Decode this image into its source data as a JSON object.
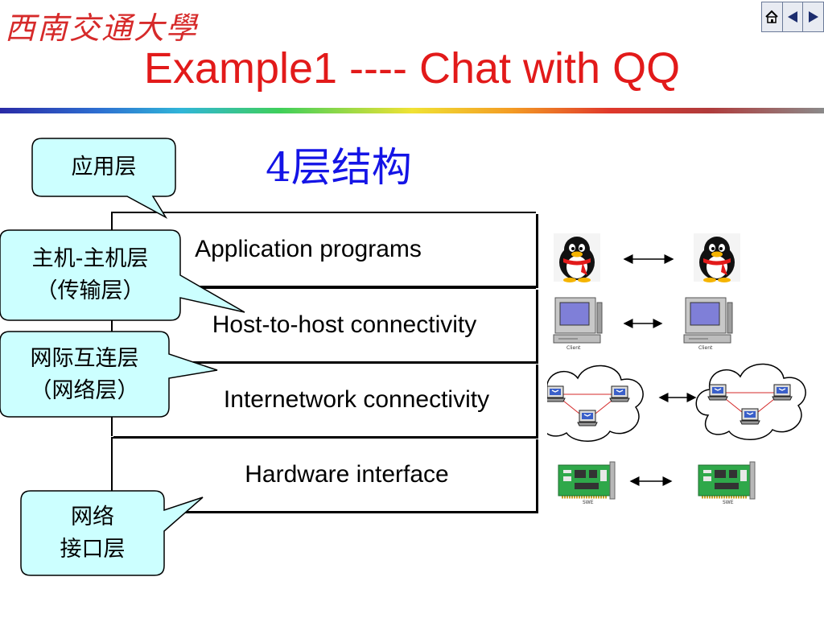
{
  "header": {
    "logo_text": "西南交通大學",
    "title": "Example1 ---- Chat with QQ",
    "nav": {
      "home_icon": "home-icon",
      "prev_icon": "prev-arrow-icon",
      "next_icon": "next-arrow-icon"
    }
  },
  "subtitle": "4层结构",
  "layers": [
    {
      "label": "Application programs"
    },
    {
      "label": "Host-to-host connectivity"
    },
    {
      "label": "Internetwork connectivity"
    },
    {
      "label": "Hardware interface"
    }
  ],
  "callouts": {
    "app": {
      "line1": "应用层"
    },
    "transport": {
      "line1": "主机-主机层",
      "line2": "（传输层）"
    },
    "network": {
      "line1": "网际互连层",
      "line2": "（网络层）"
    },
    "link": {
      "line1": "网络",
      "line2": "接口层"
    }
  },
  "illustrations": {
    "computer_caption": "Client",
    "card_caption": "SWE"
  },
  "colors": {
    "title": "#e21a1a",
    "subtitle": "#1414e6",
    "callout_fill": "#ccffff"
  }
}
